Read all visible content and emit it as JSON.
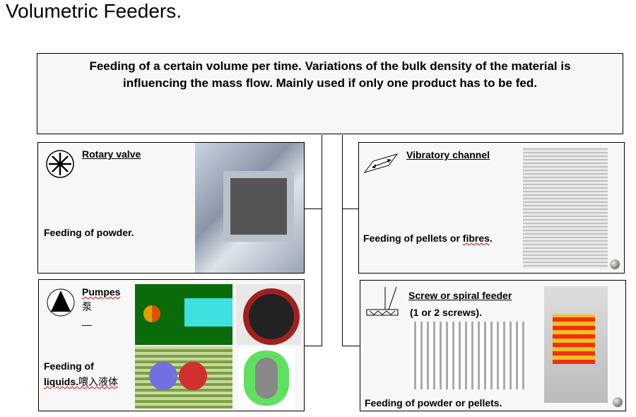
{
  "title": "Volumetric Feeders.",
  "description_line1": "Feeding of a certain volume per time. Variations of the bulk density of the material is",
  "description_line2": "influencing the mass flow. Mainly used if only one product has to be fed.",
  "feeders": [
    {
      "name": "Rotary valve",
      "text": "Feeding of powder."
    },
    {
      "name": "Vibratory channel",
      "text": "Feeding of pellets or ",
      "text_squiggle": "fibres",
      "text_end": "."
    },
    {
      "name": "Pumpes",
      "subtitle": "泵",
      "dash": "—",
      "text1": "Feeding of",
      "text2": "liquids.",
      "text2_cn": "喂入液体"
    },
    {
      "name": "Screw or spiral feeder",
      "subtitle": "(1 or 2 screws).",
      "text": "Feeding of powder or pellets."
    }
  ]
}
